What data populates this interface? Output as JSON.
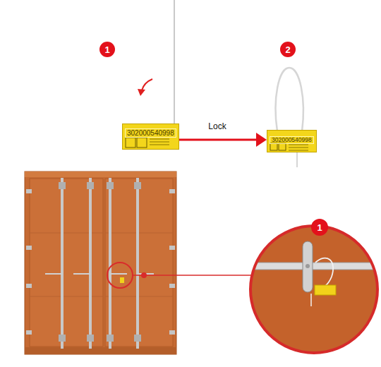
{
  "diagram": {
    "nodes": [
      {
        "text": [
          "302000540998"
        ]
      },
      {
        "text": [
          "302000540998"
        ]
      }
    ],
    "edges": [
      {
        "from": 0,
        "to": 1,
        "arrow": "to",
        "label": "Lock"
      }
    ],
    "labels": [
      "1",
      "2",
      "1"
    ]
  }
}
